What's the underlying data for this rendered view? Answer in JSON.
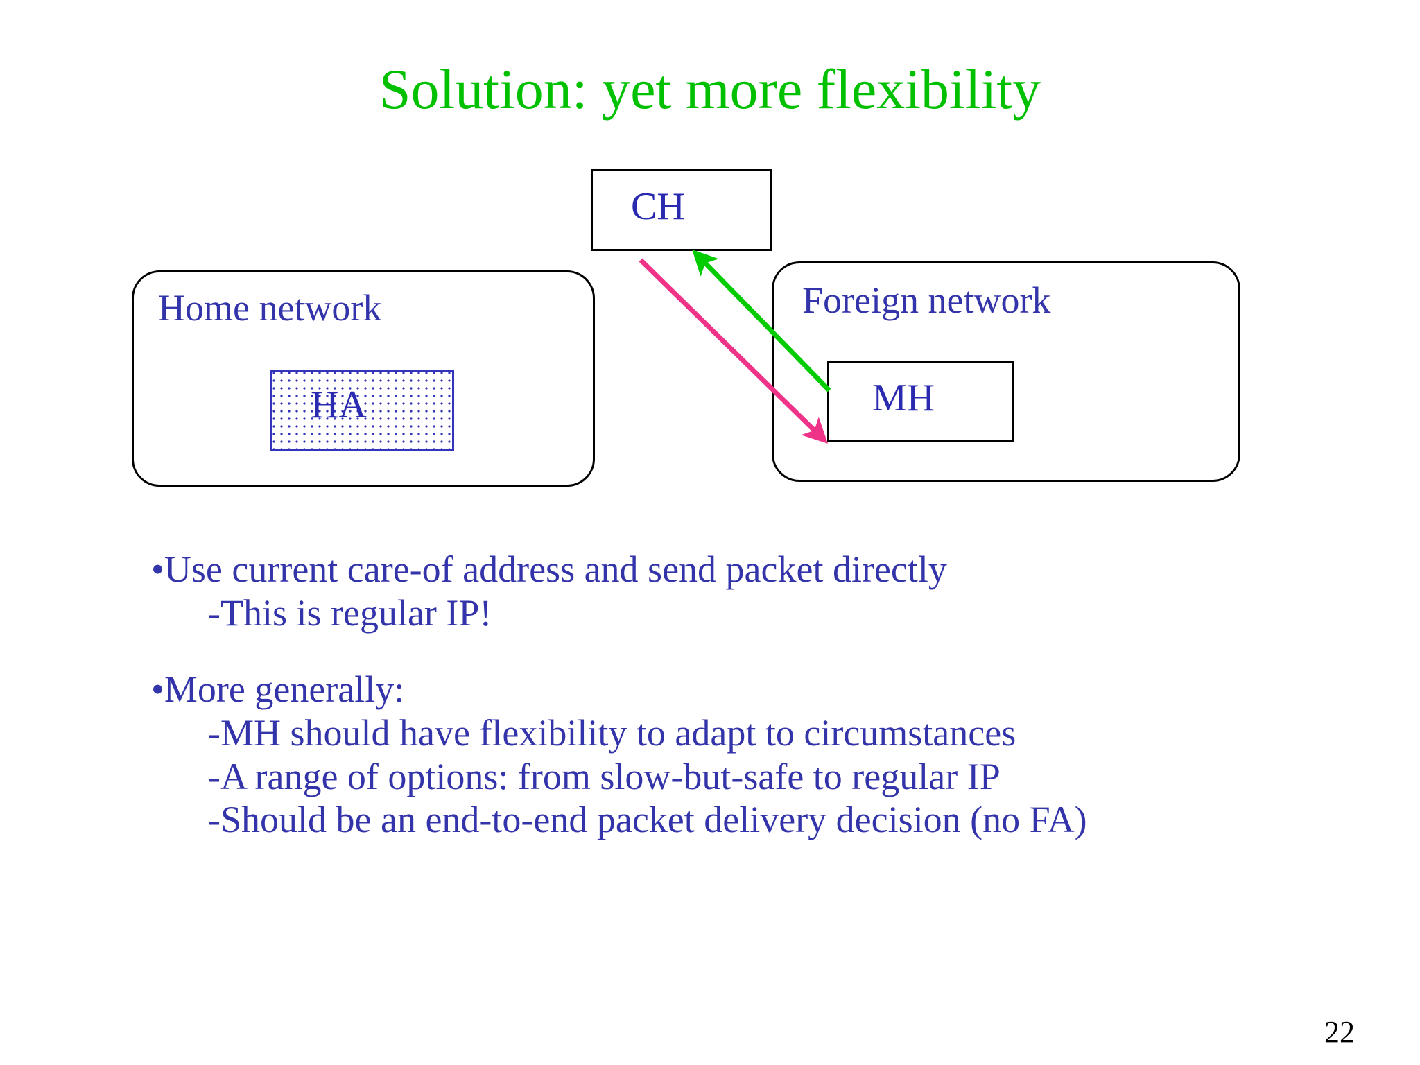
{
  "slide": {
    "title": "Solution: yet more flexibility",
    "page_number": "22",
    "colors": {
      "title_green": "#00C000",
      "body_blue": "#3333AA",
      "box_outline": "#000000",
      "ha_fill_blue": "#3333BB",
      "arrow_green": "#00CC00",
      "arrow_pink": "#EE3388",
      "background": "#FFFFFF"
    }
  },
  "diagram": {
    "ch_box": {
      "label": "CH"
    },
    "home_network": {
      "label": "Home network",
      "agent_box": {
        "label": "HA",
        "fill": "dotted-pattern"
      }
    },
    "foreign_network": {
      "label": "Foreign network",
      "host_box": {
        "label": "MH"
      }
    },
    "arrows": [
      {
        "name": "mh-to-ch-arrow",
        "color": "#00CC00",
        "from": "MH",
        "to": "CH",
        "direction": "up-left"
      },
      {
        "name": "ch-to-mh-arrow",
        "color": "#EE3388",
        "from": "CH",
        "to": "MH",
        "direction": "down-right"
      }
    ]
  },
  "body": {
    "bullets": [
      {
        "level": 1,
        "text": "•Use current care-of address and send packet directly"
      },
      {
        "level": 2,
        "text": "-This is regular IP!"
      },
      {
        "level": 1,
        "text": "•More generally:"
      },
      {
        "level": 2,
        "text": "-MH should have flexibility to adapt to circumstances"
      },
      {
        "level": 2,
        "text": "-A range of options: from slow-but-safe to regular IP"
      },
      {
        "level": 2,
        "text": "-Should be an end-to-end packet delivery decision (no FA)"
      }
    ]
  }
}
